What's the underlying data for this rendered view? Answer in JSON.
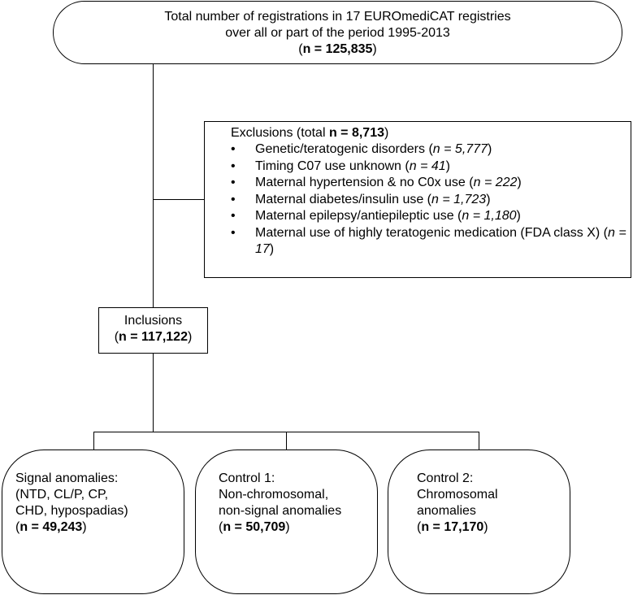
{
  "top": {
    "line1": "Total number of registrations in 17 EUROmediCAT registries",
    "line2": "over all or part of the period  1995-2013",
    "count": "n = 125,835"
  },
  "exclusions": {
    "label": "Exclusions (total ",
    "count": "n = 8,713",
    "items": [
      {
        "text": "Genetic/teratogenic disorders (",
        "n": "n = 5,777"
      },
      {
        "text": "Timing C07 use unknown (",
        "n": "n = 41"
      },
      {
        "text": "Maternal hypertension & no C0x use (",
        "n": "n = 222"
      },
      {
        "text": "Maternal diabetes/insulin use (",
        "n": "n = 1,723"
      },
      {
        "text": "Maternal epilepsy/antiepileptic use (",
        "n": "n = 1,180"
      },
      {
        "text": "Maternal use of highly teratogenic medication (FDA class X) (",
        "n": "n = 17"
      }
    ]
  },
  "inclusions": {
    "label": "Inclusions",
    "count": "n = 117,122"
  },
  "signal": {
    "line1": "Signal anomalies:",
    "line2": "(NTD, CL/P, CP,",
    "line3": "CHD, hypospadias)",
    "count": "n = 49,243"
  },
  "control1": {
    "line1": "Control 1:",
    "line2": "Non-chromosomal,",
    "line3": "non-signal anomalies",
    "count": "n = 50,709"
  },
  "control2": {
    "line1": "Control 2:",
    "line2": "Chromosomal",
    "line3": "anomalies",
    "count": "n = 17,170"
  }
}
